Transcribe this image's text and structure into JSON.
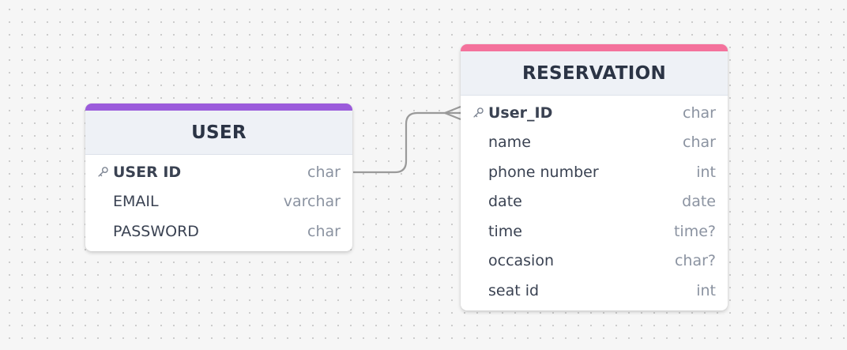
{
  "colors": {
    "user_accent": "#9b5bdb",
    "reservation_accent": "#f4729c",
    "connector": "#9a9a9a"
  },
  "tables": {
    "user": {
      "title": "USER",
      "columns": [
        {
          "name": "USER ID",
          "type": "char",
          "primary_key": true,
          "icon": "key-icon"
        },
        {
          "name": "EMAIL",
          "type": "varchar"
        },
        {
          "name": "PASSWORD",
          "type": "char"
        }
      ]
    },
    "reservation": {
      "title": "RESERVATION",
      "columns": [
        {
          "name": "User_ID",
          "type": "char",
          "primary_key": true,
          "icon": "key-icon"
        },
        {
          "name": "name",
          "type": "char"
        },
        {
          "name": "phone number",
          "type": "int"
        },
        {
          "name": "date",
          "type": "date"
        },
        {
          "name": "time",
          "type": "time?"
        },
        {
          "name": "occasion",
          "type": "char?"
        },
        {
          "name": "seat id",
          "type": "int"
        }
      ]
    }
  },
  "relationship": {
    "from": "USER.USER ID",
    "to": "RESERVATION.User_ID",
    "cardinality": "one-to-many"
  }
}
